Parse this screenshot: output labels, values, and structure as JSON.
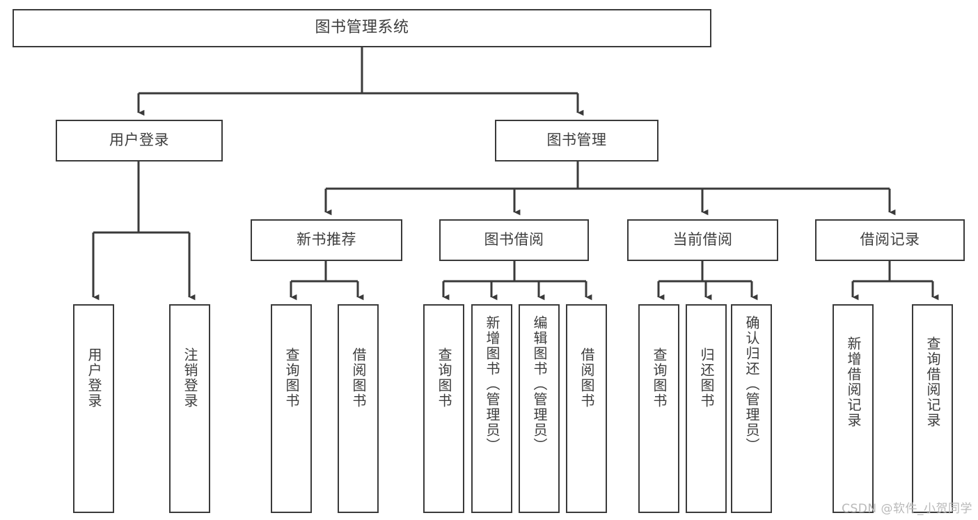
{
  "diagram": {
    "title": "图书管理系统",
    "type": "tree-hierarchy-diagram",
    "colors": {
      "box_border": "#3a3a3a",
      "box_fill": "#ffffff",
      "connector": "#3a3a3a",
      "text": "#3d3d3d",
      "watermark": "#b9b9b9",
      "background": "#ffffff"
    },
    "root": {
      "label": "图书管理系统"
    },
    "level2": [
      {
        "label": "用户登录"
      },
      {
        "label": "图书管理"
      }
    ],
    "level3": [
      {
        "label": "新书推荐"
      },
      {
        "label": "图书借阅"
      },
      {
        "label": "当前借阅"
      },
      {
        "label": "借阅记录"
      }
    ],
    "leaves": {
      "user_login": [
        {
          "label": "用户登录"
        },
        {
          "label": "注销登录"
        }
      ],
      "new_book_recommend": [
        {
          "label": "查询图书"
        },
        {
          "label": "借阅图书"
        }
      ],
      "book_borrow": [
        {
          "label": "查询图书"
        },
        {
          "label": "新增图书（管理员）"
        },
        {
          "label": "编辑图书（管理员）"
        },
        {
          "label": "借阅图书"
        }
      ],
      "current_borrow": [
        {
          "label": "查询图书"
        },
        {
          "label": "归还图书"
        },
        {
          "label": "确认归还（管理员）"
        }
      ],
      "borrow_record": [
        {
          "label": "新增借阅记录"
        },
        {
          "label": "查询借阅记录"
        }
      ]
    }
  },
  "watermark": {
    "text": "CSDN @软件_小贺同学"
  }
}
